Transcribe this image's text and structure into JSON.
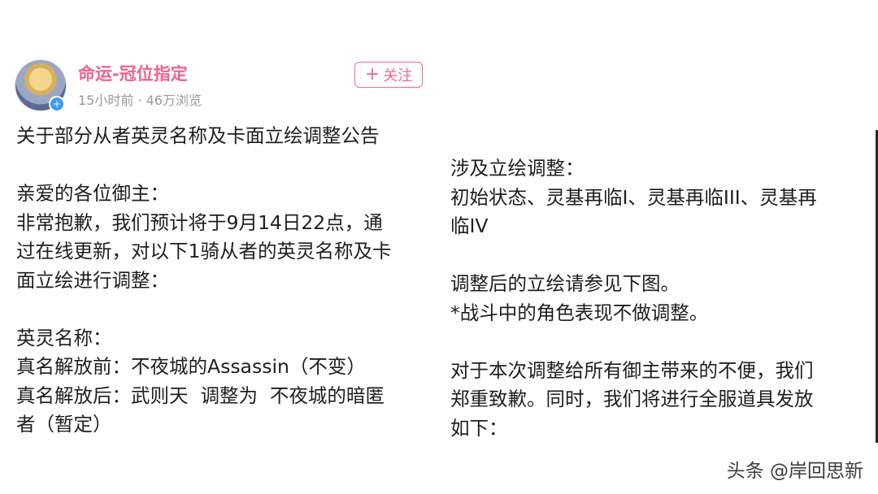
{
  "post": {
    "author": "命运-冠位指定",
    "time": "15小时前",
    "views": "46万浏览",
    "meta": "15小时前 · 46万浏览",
    "follow_plus": "+",
    "follow_label": "关注",
    "avatar_icon": "account-avatar"
  },
  "body": {
    "left": [
      "关于部分从者英灵名称及卡面立绘调整公告",
      "",
      "亲爱的各位御主：",
      "非常抱歉，我们预计将于9月14日22点，通",
      "过在线更新，对以下1骑从者的英灵名称及卡",
      "面立绘进行调整：",
      "",
      "英灵名称：",
      "真名解放前：不夜城的Assassin（不变）",
      "真名解放后：武则天  调整为  不夜城的暗匿",
      "者（暂定）"
    ],
    "right": [
      "涉及立绘调整：",
      "初始状态、灵基再临I、灵基再临III、灵基再",
      "临IV",
      "",
      "调整后的立绘请参见下图。",
      "*战斗中的角色表现不做调整。",
      "",
      "对于本次调整给所有御主带来的不便，我们",
      "郑重致歉。同时，我们将进行全服道具发放",
      "如下："
    ]
  },
  "watermark": "头条 @岸回思新",
  "colors": {
    "accent": "#f0628e",
    "meta_gray": "#9a9a9a",
    "text": "#1e1e1e",
    "badge_blue": "#3d9bf0"
  }
}
